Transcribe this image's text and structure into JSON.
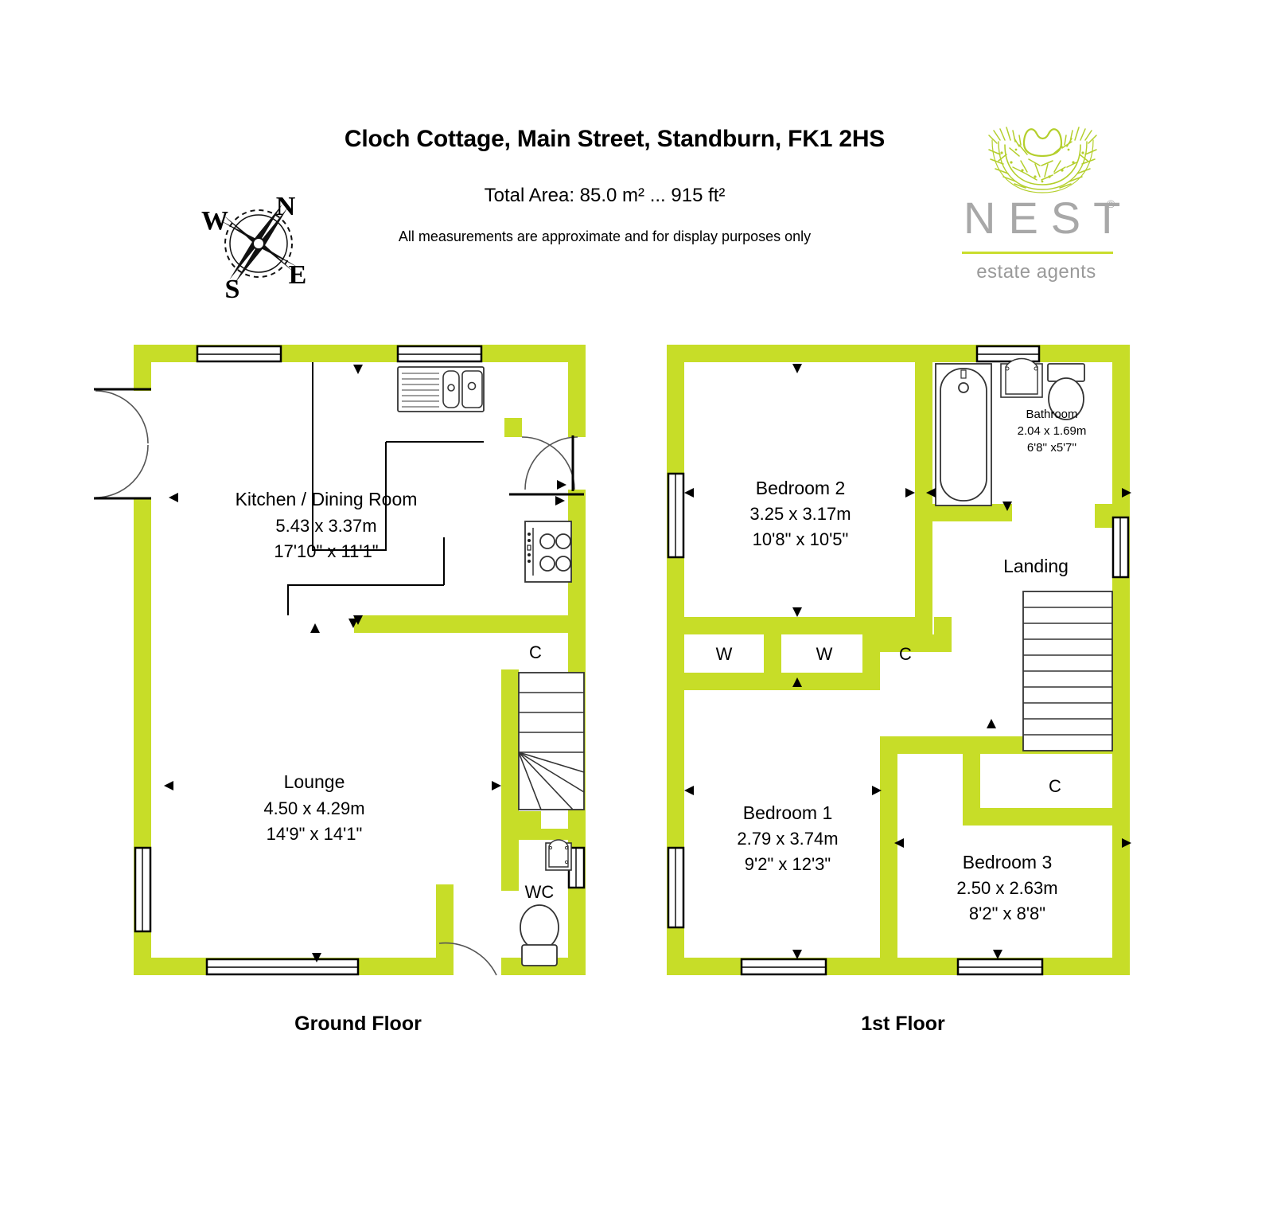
{
  "header": {
    "title": "Cloch Cottage, Main Street, Standburn, FK1 2HS",
    "total_area": "Total Area: 85.0 m² ... 915 ft²",
    "disclaimer": "All measurements are approximate and for display purposes only"
  },
  "brand": {
    "wordmark": "NEST",
    "registered": "®",
    "tagline": "estate agents",
    "mark_color": "#b4cf2c",
    "word_color": "#a8a8a8",
    "rule_color": "#c9dd2d"
  },
  "compass": {
    "north": "N",
    "east": "E",
    "south": "S",
    "west": "W"
  },
  "colors": {
    "wall": "#c7dd28",
    "outline": "#000000",
    "background": "#ffffff",
    "fixture_stroke": "#333333"
  },
  "floors": [
    {
      "id": "ground",
      "caption": "Ground Floor",
      "rooms": [
        {
          "name": "Kitchen / Dining Room",
          "dim_metric": "5.43 x 3.37m",
          "dim_imperial": "17'10\" x 11'1\""
        },
        {
          "name": "Lounge",
          "dim_metric": "4.50 x 4.29m",
          "dim_imperial": "14'9\" x 14'1\""
        }
      ],
      "tags": [
        {
          "label": "C"
        },
        {
          "label": "WC"
        }
      ]
    },
    {
      "id": "first",
      "caption": "1st Floor",
      "rooms": [
        {
          "name": "Bedroom 2",
          "dim_metric": "3.25 x 3.17m",
          "dim_imperial": "10'8\" x 10'5\""
        },
        {
          "name": "Bathroom",
          "dim_metric": "2.04 x 1.69m",
          "dim_imperial": "6'8'' x5'7''"
        },
        {
          "name": "Bedroom 1",
          "dim_metric": "2.79 x 3.74m",
          "dim_imperial": "9'2\" x 12'3\""
        },
        {
          "name": "Bedroom 3",
          "dim_metric": "2.50 x 2.63m",
          "dim_imperial": "8'2\" x 8'8\""
        }
      ],
      "tags": [
        {
          "label": "Landing"
        },
        {
          "label": "W"
        },
        {
          "label": "W"
        },
        {
          "label": "C"
        },
        {
          "label": "C"
        }
      ]
    }
  ]
}
